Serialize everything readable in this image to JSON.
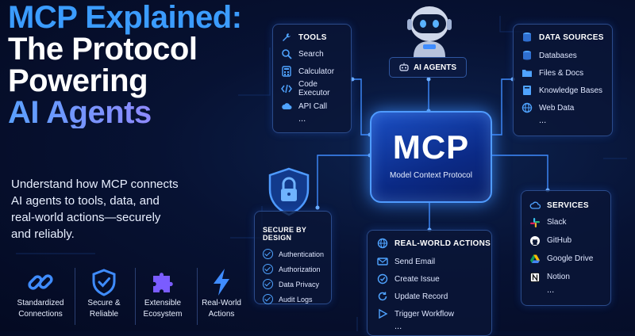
{
  "hero": {
    "line1": "MCP Explained:",
    "line2": "The Protocol",
    "line3": "Powering",
    "line4": "AI Agents",
    "subtitle": [
      "Understand how MCP connects",
      "AI agents to tools, data, and",
      "real-world actions—securely",
      "and reliably."
    ]
  },
  "features": [
    {
      "line1": "Standardized",
      "line2": "Connections",
      "icon": "link-icon"
    },
    {
      "line1": "Secure &",
      "line2": "Reliable",
      "icon": "shield-check-icon"
    },
    {
      "line1": "Extensible",
      "line2": "Ecosystem",
      "icon": "puzzle-icon"
    },
    {
      "line1": "Real-World",
      "line2": "Actions",
      "icon": "lightning-icon"
    }
  ],
  "agents": {
    "label": "AI AGENTS",
    "icon": "robot-icon"
  },
  "mcp": {
    "title": "MCP",
    "subtitle": "Model Context Protocol"
  },
  "tools": {
    "title": "TOOLS",
    "items": [
      "Search",
      "Calculator",
      "Code Executor",
      "API Call"
    ],
    "more": "..."
  },
  "data_sources": {
    "title": "DATA SOURCES",
    "items": [
      "Databases",
      "Files & Docs",
      "Knowledge Bases",
      "Web Data"
    ],
    "more": "..."
  },
  "secure": {
    "title": "SECURE BY DESIGN",
    "items": [
      "Authentication",
      "Authorization",
      "Data Privacy",
      "Audit Logs"
    ],
    "icon": "lock-shield-icon"
  },
  "actions": {
    "title": "REAL-WORLD ACTIONS",
    "items": [
      "Send Email",
      "Create Issue",
      "Update Record",
      "Trigger Workflow"
    ],
    "more": "..."
  },
  "services": {
    "title": "SERVICES",
    "items": [
      "Slack",
      "GitHub",
      "Google Drive",
      "Notion"
    ],
    "more": "..."
  },
  "colors": {
    "accent": "#3b9cff",
    "purple": "#8a7cff",
    "background": "#050d2a"
  }
}
